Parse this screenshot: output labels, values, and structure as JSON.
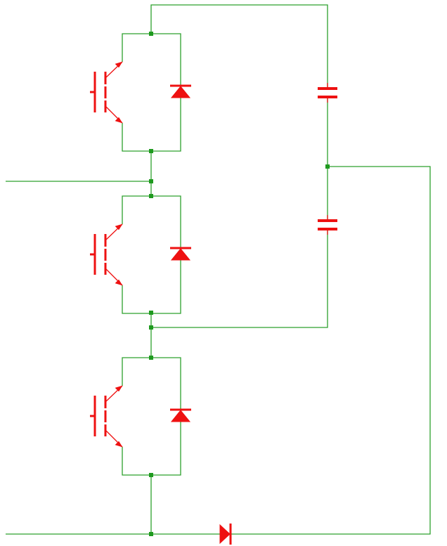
{
  "diagram": {
    "kind": "power-electronics-schematic",
    "colors": {
      "wire": "#2ca02c",
      "node": "#1f9a1f",
      "component": "#ee1111",
      "background": "#ffffff"
    },
    "components": {
      "switch_modules": 3,
      "module_parts": [
        "igbt",
        "antiparallel-diode"
      ],
      "capacitors": 2,
      "series_diode": 1
    }
  }
}
